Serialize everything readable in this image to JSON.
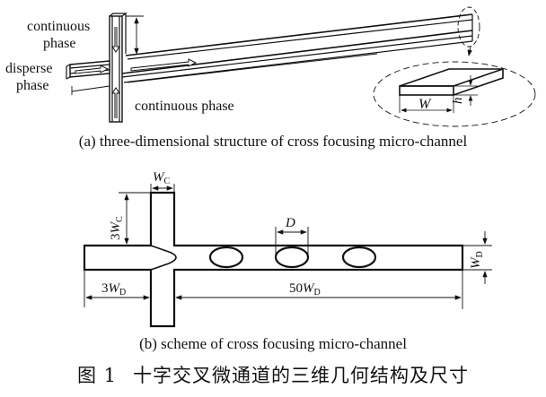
{
  "panel_a": {
    "labels": {
      "continuous_phase_top_1": "continuous",
      "continuous_phase_top_2": "phase",
      "disperse_phase_1": "disperse",
      "disperse_phase_2": "phase",
      "continuous_phase_bottom": "continuous phase",
      "width_symbol": "W",
      "height_symbol": "h"
    },
    "caption": "(a) three-dimensional structure of cross focusing micro-channel"
  },
  "panel_b": {
    "labels": {
      "wc_main": "W",
      "wc_sub": "C",
      "three_wc_prefix": "3",
      "three_wc_main": "W",
      "three_wc_sub": "C",
      "three_wd_prefix": "3",
      "three_wd_main": "W",
      "three_wd_sub": "D",
      "fifty_wd_prefix": "50",
      "fifty_wd_main": "W",
      "fifty_wd_sub": "D",
      "d_label": "D",
      "wd_main": "W",
      "wd_sub": "D"
    },
    "caption": "(b) scheme of cross focusing micro-channel"
  },
  "figure": {
    "number": "图 1",
    "title": "十字交叉微通道的三维几何结构及尺寸"
  }
}
